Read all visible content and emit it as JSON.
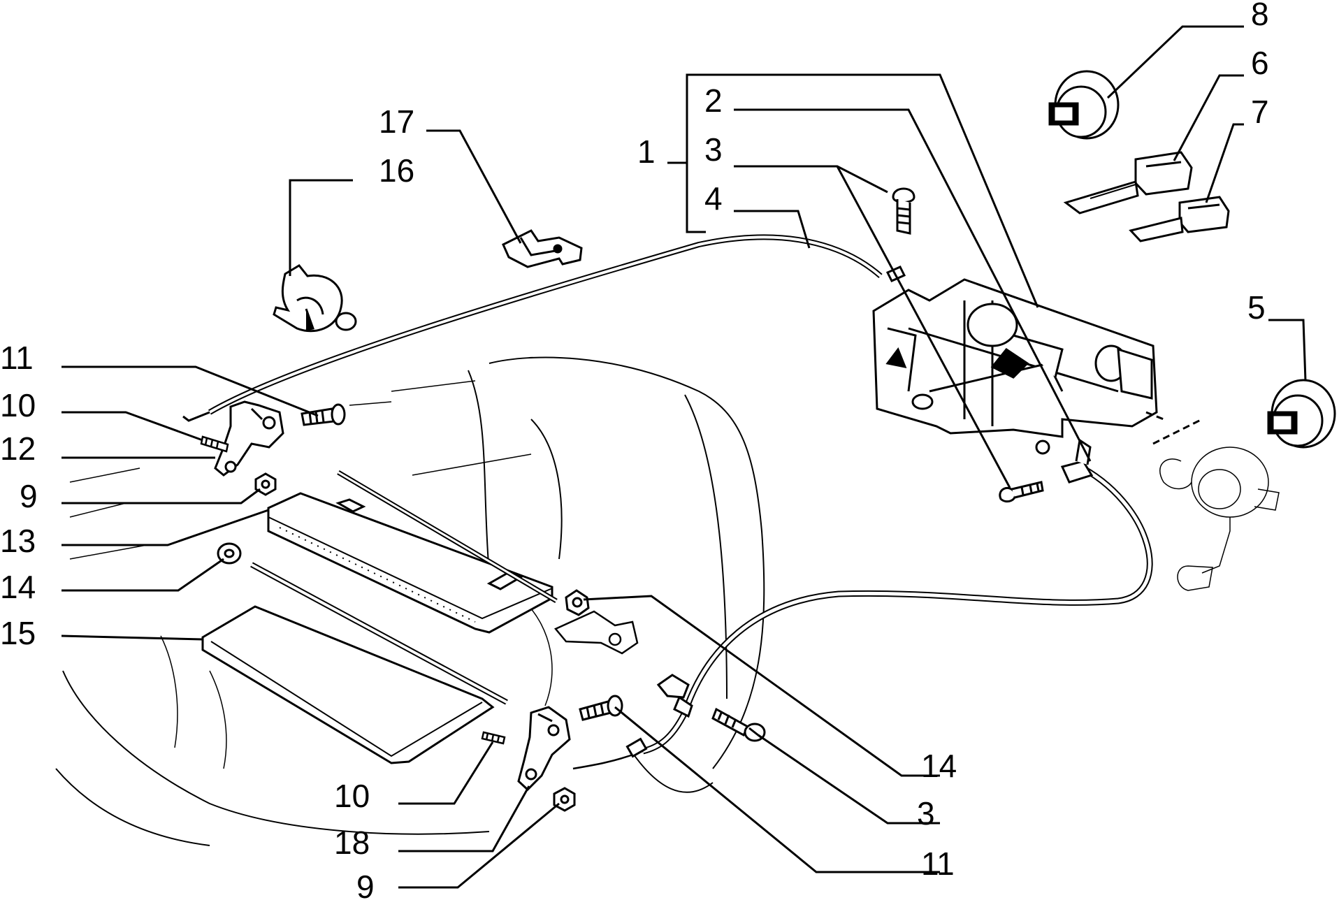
{
  "diagram": {
    "line_color": "#000000",
    "background": "#ffffff",
    "callouts": {
      "c1": "1",
      "c2": "2",
      "c3_top": "3",
      "c4": "4",
      "c5": "5",
      "c6": "6",
      "c7": "7",
      "c8": "8",
      "c9_left": "9",
      "c9_bottom": "9",
      "c10_left": "10",
      "c10_bottom": "10",
      "c11_left": "11",
      "c11_bottom": "11",
      "c12": "12",
      "c13": "13",
      "c14_left": "14",
      "c14_right": "14",
      "c15": "15",
      "c16": "16",
      "c17": "17",
      "c18": "18",
      "c3_bottom": "3"
    }
  }
}
